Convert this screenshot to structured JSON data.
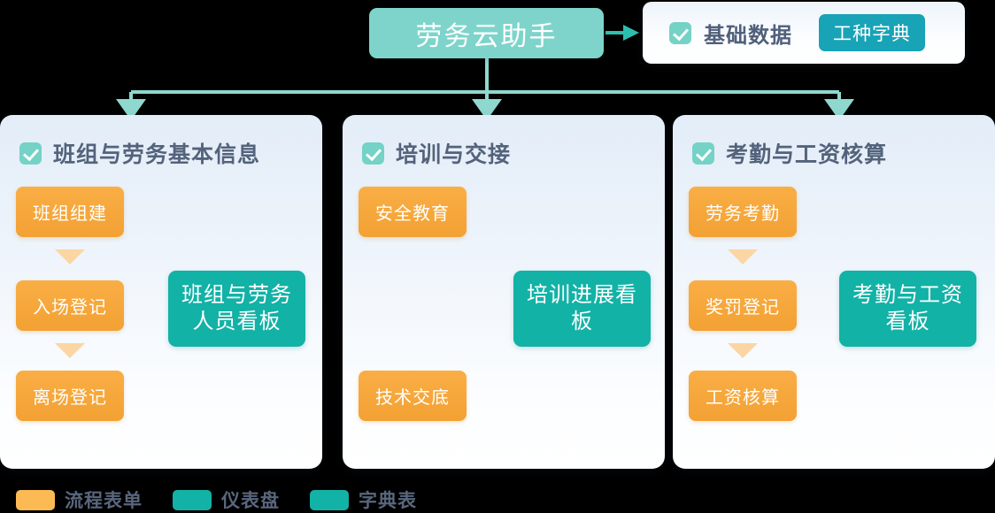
{
  "header": {
    "title": "劳务云助手",
    "basic_card": {
      "checkbox_icon": "checkbox-checked-icon",
      "label": "基础数据",
      "button_label": "工种字典"
    },
    "arrow_icon": "arrow-right-icon"
  },
  "panels": [
    {
      "id": "panel-1",
      "checkbox_icon": "checkbox-checked-icon",
      "title": "班组与劳务基本信息",
      "steps": [
        "班组组建",
        "入场登记",
        "离场登记"
      ],
      "dashboard": "班组与劳务人员看板",
      "has_step_triangles": true
    },
    {
      "id": "panel-2",
      "checkbox_icon": "checkbox-checked-icon",
      "title": "培训与交接",
      "steps": [
        "安全教育",
        "技术交底"
      ],
      "dashboard": "培训进展看板",
      "has_step_triangles": false
    },
    {
      "id": "panel-3",
      "checkbox_icon": "checkbox-checked-icon",
      "title": "考勤与工资核算",
      "steps": [
        "劳务考勤",
        "奖罚登记",
        "工资核算"
      ],
      "dashboard": "考勤与工资看板",
      "has_step_triangles": true
    }
  ],
  "legend": [
    {
      "label": "流程表单",
      "color": "#fcba54"
    },
    {
      "label": "仪表盘",
      "color": "#12b2a6"
    },
    {
      "label": "字典表",
      "color": "#12b2a6"
    }
  ],
  "colors": {
    "title_pill": "#7ed4cb",
    "dict_button": "#18a3b7",
    "flow_box": "#f5a33b",
    "dashboard_box": "#12b2a6",
    "connector": "#12b2a6",
    "top_connector": "#8ed8cf",
    "panel_title_text": "#54637c"
  }
}
